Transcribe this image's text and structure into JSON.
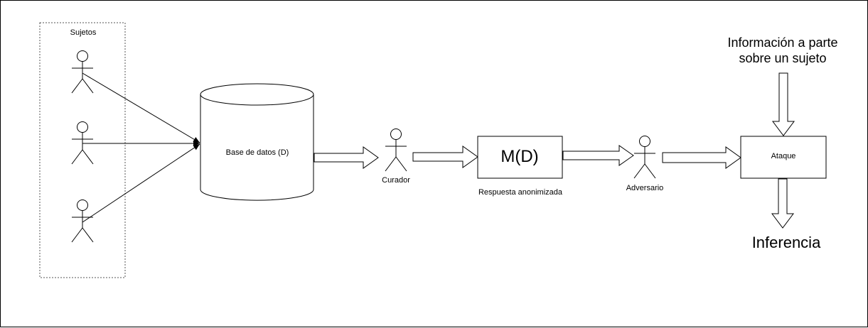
{
  "diagram": {
    "subjects_group_label": "Sujetos",
    "database_label": "Base de datos (D)",
    "curator_label": "Curador",
    "mechanism_label": "M(D)",
    "mechanism_caption": "Respuesta anonimizada",
    "adversary_label": "Adversario",
    "attack_label": "Ataque",
    "side_info_line1": "Información a parte",
    "side_info_line2": "sobre un sujeto",
    "inference_label": "Inferencia"
  },
  "colors": {
    "stroke": "#000000",
    "background": "#ffffff",
    "group_border": "#555555"
  }
}
